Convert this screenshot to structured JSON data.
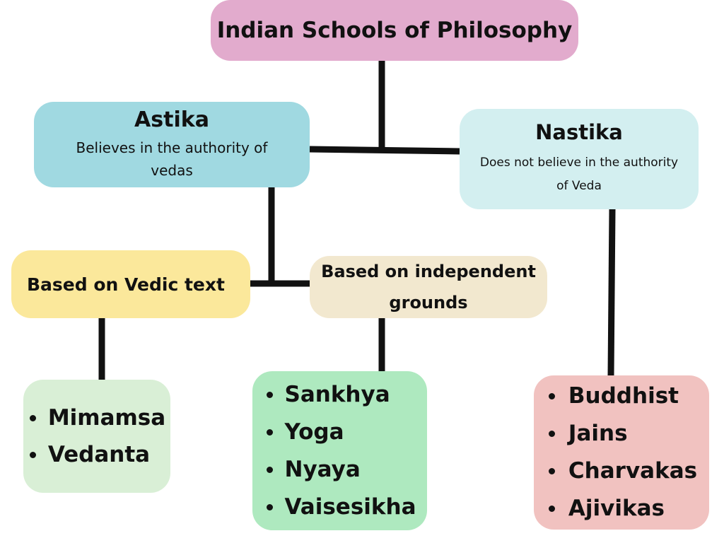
{
  "diagram": {
    "root": {
      "title": "Indian Schools of Philosophy"
    },
    "astika": {
      "title": "Astika",
      "desc_line1": "Believes in the authority of",
      "desc_line2": "vedas"
    },
    "nastika": {
      "title": "Nastika",
      "desc_line1": "Does not believe in the authority",
      "desc_line2": "of Veda"
    },
    "vedic": {
      "title": "Based on Vedic text"
    },
    "independent": {
      "title_line1": "Based on independent",
      "title_line2": "grounds"
    },
    "vedic_schools": {
      "items": [
        "Mimamsa",
        "Vedanta"
      ]
    },
    "independent_schools": {
      "items": [
        "Sankhya",
        "Yoga",
        "Nyaya",
        "Vaisesikha"
      ]
    },
    "nastika_schools": {
      "items": [
        "Buddhist",
        "Jains",
        "Charvakas",
        "Ajivikas"
      ]
    },
    "colors": {
      "root": "#e2abcd",
      "astika": "#a0d9e1",
      "nastika": "#d3eff0",
      "vedic": "#fbe89b",
      "independent": "#f2e8cf",
      "vedic_schools": "#d9efd6",
      "independent_schools": "#aee9bf",
      "nastika_schools": "#f1c2c0",
      "connector": "#111111"
    }
  }
}
